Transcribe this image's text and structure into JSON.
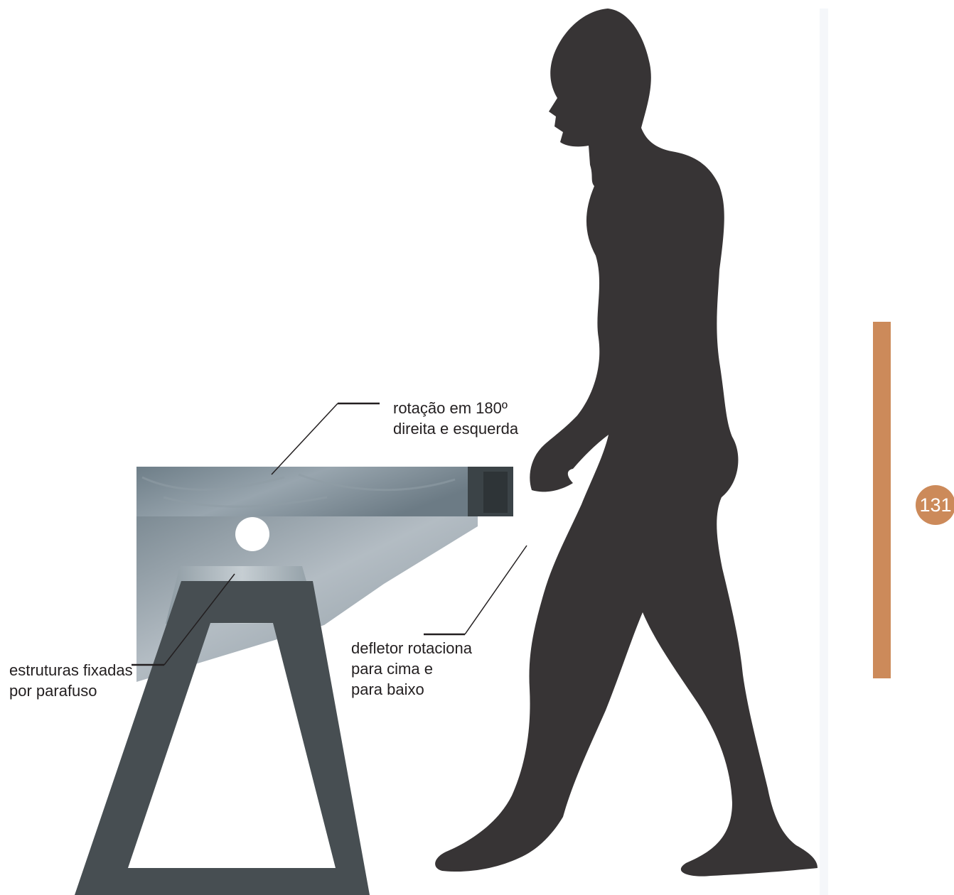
{
  "labels": {
    "rotation": [
      "rotação em 180º",
      "direita e esquerda"
    ],
    "deflector": [
      "defletor rotaciona",
      "para cima e",
      "para baixo"
    ],
    "structures": [
      "estruturas fixadas",
      "por parafuso"
    ]
  },
  "page_number": "131",
  "colors": {
    "accent": "#cc8a5a",
    "silhouette": "#373435",
    "stand": "#474e52",
    "metal_light": "#a3aeb6",
    "metal_dark": "#7b8a94",
    "label_text": "#231f20"
  }
}
